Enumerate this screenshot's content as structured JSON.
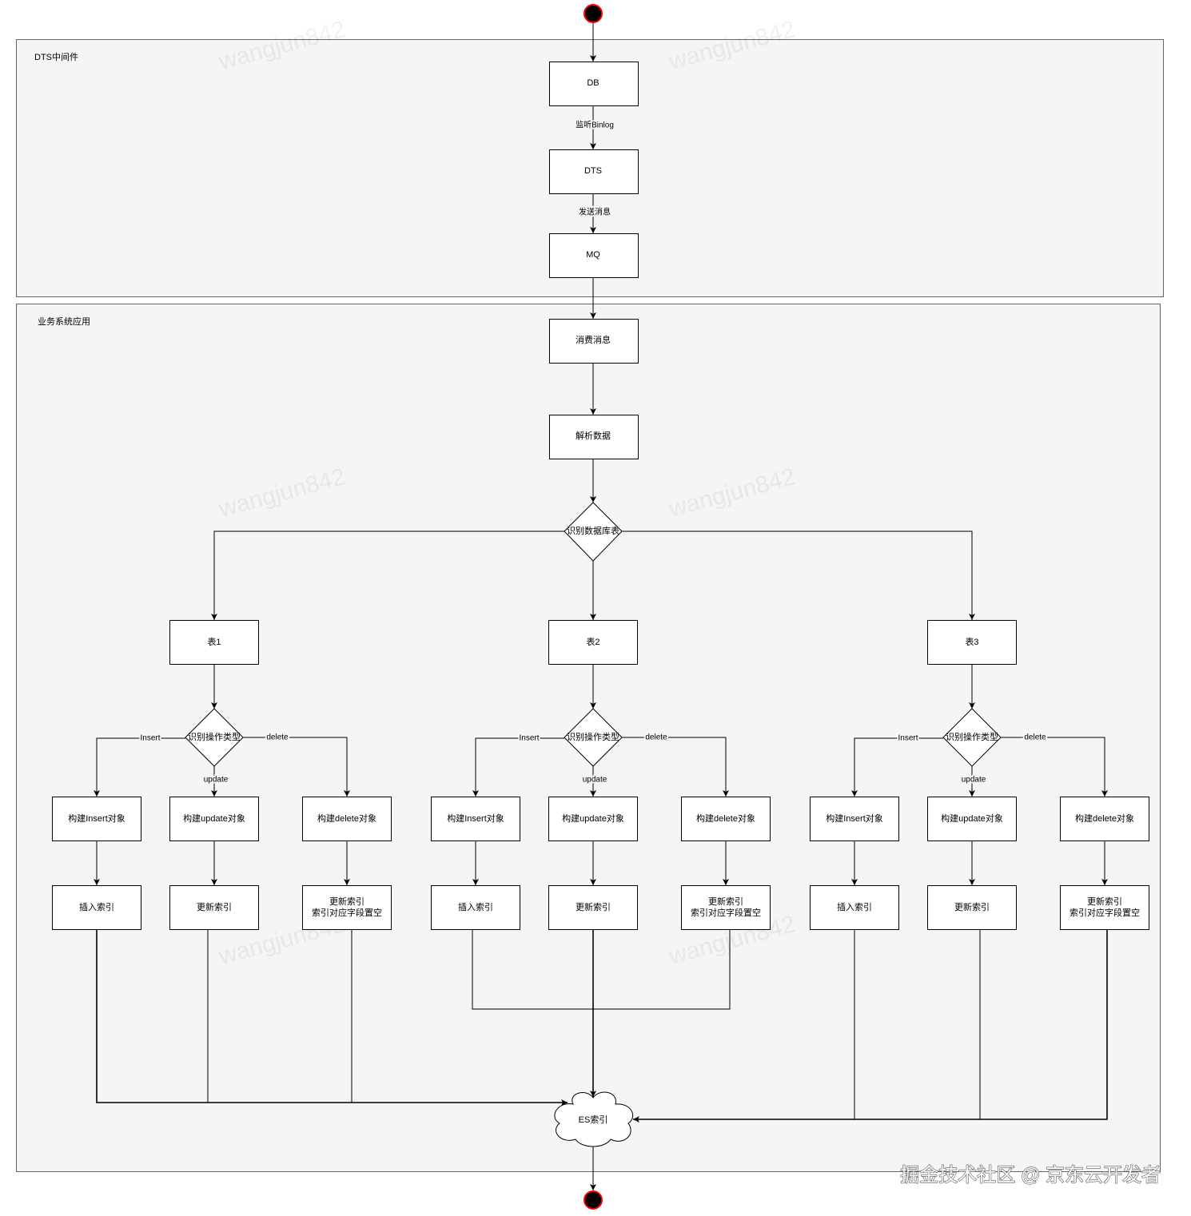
{
  "diagram": {
    "containers": {
      "middleware": "DTS中间件",
      "business": "业务系统应用"
    },
    "pipeline": {
      "db": "DB",
      "dts": "DTS",
      "mq": "MQ",
      "consume": "消费消息",
      "parse": "解析数据",
      "route_table": "识别数据库表",
      "es_index": "ES索引"
    },
    "pipeline_edges": {
      "db_to_dts": "监听Binlog",
      "dts_to_mq": "发送消息"
    },
    "tables": [
      {
        "label": "表1",
        "decision": "识别操作类型",
        "insert": {
          "edge": "Insert",
          "build": "构建Insert对象",
          "action": "插入索引"
        },
        "update": {
          "edge": "update",
          "build": "构建update对象",
          "action": "更新索引"
        },
        "delete": {
          "edge": "delete",
          "build": "构建delete对象",
          "action_line1": "更新索引",
          "action_line2": "索引对应字段置空"
        }
      },
      {
        "label": "表2",
        "decision": "识别操作类型",
        "insert": {
          "edge": "Insert",
          "build": "构建Insert对象",
          "action": "插入索引"
        },
        "update": {
          "edge": "update",
          "build": "构建update对象",
          "action": "更新索引"
        },
        "delete": {
          "edge": "delete",
          "build": "构建delete对象",
          "action_line1": "更新索引",
          "action_line2": "索引对应字段置空"
        }
      },
      {
        "label": "表3",
        "decision": "识别操作类型",
        "insert": {
          "edge": "Insert",
          "build": "构建Insert对象",
          "action": "插入索引"
        },
        "update": {
          "edge": "update",
          "build": "构建update对象",
          "action": "更新索引"
        },
        "delete": {
          "edge": "delete",
          "build": "构建delete对象",
          "action_line1": "更新索引",
          "action_line2": "索引对应字段置空"
        }
      }
    ]
  },
  "watermarks": {
    "author": "wangjun842",
    "site": "掘金技术社区 @ 京东云开发者"
  },
  "colors": {
    "container_fill": "#f5f5f5",
    "container_border": "#666666",
    "node_fill": "#ffffff",
    "node_border": "#000000",
    "edge": "#000000",
    "terminal_fill": "#000000",
    "terminal_ring": "#ff0000"
  }
}
